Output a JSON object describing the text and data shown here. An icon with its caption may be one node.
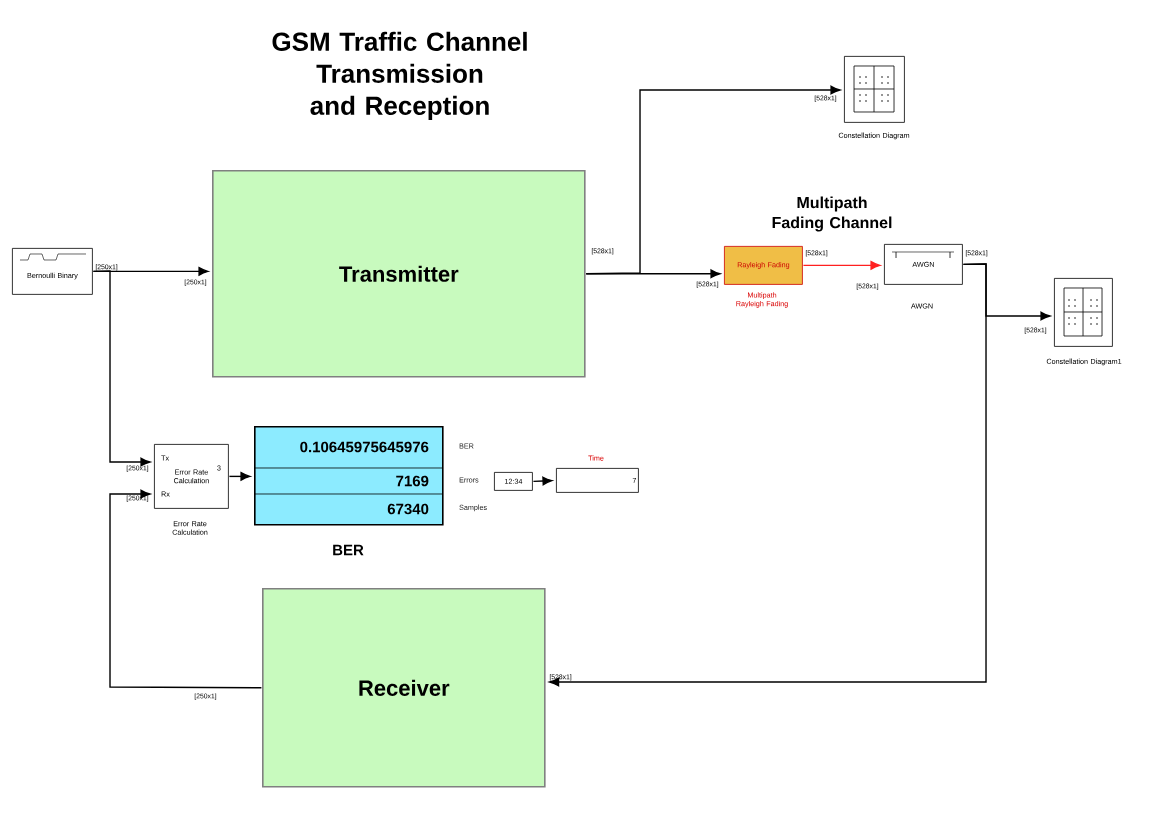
{
  "diagram": {
    "title": "GSM Traffic Channel Transmission and Reception",
    "nodes": [
      {
        "text": [
          "Bernoulli Binary"
        ]
      },
      {
        "text": [
          "Transmitter"
        ]
      },
      {
        "text": [],
        "shape": "box",
        "beside": [
          "Constellation Diagram"
        ]
      },
      {
        "text": [
          "Rayleigh Fading"
        ],
        "beside": [
          "Multipath Rayleigh Fading"
        ]
      },
      {
        "text": [
          "AWGN"
        ],
        "beside": [
          "AWGN"
        ]
      },
      {
        "text": [],
        "shape": "box",
        "beside": [
          "Constellation Diagram1"
        ]
      },
      {
        "text": [
          "Receiver"
        ]
      },
      {
        "text": [
          "Tx",
          "Rx",
          "Error Rate Calculation",
          "3"
        ],
        "beside": [
          "Error Rate Calculation"
        ]
      },
      {
        "text": [
          "0.10645975645976",
          "7169",
          "67340"
        ],
        "beside": [
          "BER",
          "Errors",
          "Samples",
          "BER"
        ]
      },
      {
        "text": [
          "12:34"
        ]
      },
      {
        "text": [
          "7"
        ],
        "beside": [
          "Time"
        ]
      }
    ],
    "edges": [
      {
        "from": 0,
        "to": 1,
        "arrow": "to"
      },
      {
        "from": 0,
        "to": 7,
        "arrow": "to"
      },
      {
        "from": 1,
        "to": 2,
        "arrow": "to"
      },
      {
        "from": 1,
        "to": 3,
        "arrow": "to"
      },
      {
        "from": 3,
        "to": 4,
        "arrow": "to",
        "color": "#ff2020"
      },
      {
        "from": 4,
        "to": 5,
        "arrow": "to"
      },
      {
        "from": 4,
        "to": 6,
        "arrow": "to"
      },
      {
        "from": 6,
        "to": 7,
        "arrow": "to"
      },
      {
        "from": 7,
        "to": 8,
        "arrow": "to"
      },
      {
        "from": 9,
        "to": 10,
        "arrow": "to"
      }
    ],
    "labels": [
      "Multipath Fading Channel",
      "[250x1]",
      "[250x1]",
      "[528x1]",
      "[528x1]",
      "[528x1]",
      "[528x1]",
      "[528x1]",
      "[528x1]",
      "[528x1]",
      "[528x1]",
      "[250x1]",
      "[250x1]",
      "[250x1]"
    ]
  }
}
